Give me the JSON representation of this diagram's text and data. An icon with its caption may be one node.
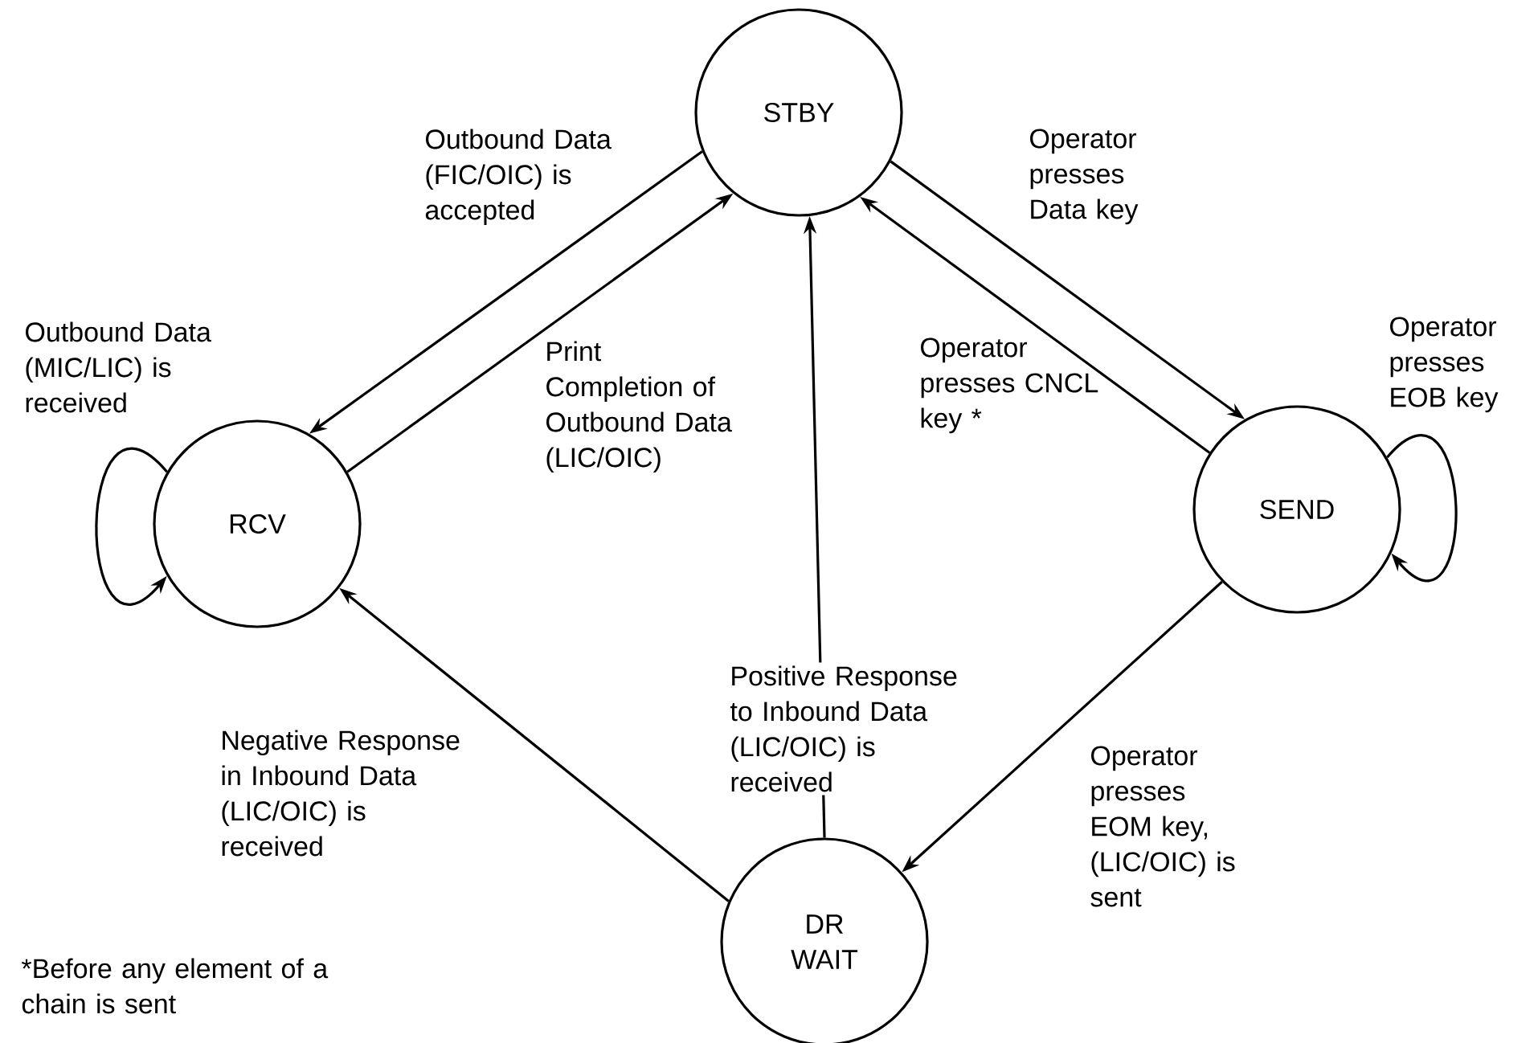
{
  "diagram": {
    "nodes": [
      {
        "text": [
          "STBY"
        ]
      },
      {
        "text": [
          "RCV"
        ]
      },
      {
        "text": [
          "SEND"
        ]
      },
      {
        "text": [
          "DR WAIT"
        ]
      }
    ],
    "edges": [
      {
        "from": 0,
        "to": 1,
        "arrow": "to",
        "label": "Outbound Data (FIC/OIC) is accepted"
      },
      {
        "from": 1,
        "to": 0,
        "arrow": "to",
        "label": "Print Completion of Outbound Data (LIC/OIC)"
      },
      {
        "from": 1,
        "to": 1,
        "arrow": "to",
        "label": "Outbound Data (MIC/LIC) is received"
      },
      {
        "from": 0,
        "to": 2,
        "arrow": "to",
        "label": "Operator presses Data key"
      },
      {
        "from": 2,
        "to": 0,
        "arrow": "to",
        "label": "Operator presses CNCL key *"
      },
      {
        "from": 2,
        "to": 2,
        "arrow": "to",
        "label": "Operator presses EOB key"
      },
      {
        "from": 2,
        "to": 3,
        "arrow": "to",
        "label": "Operator presses EOM key, (LIC/OIC) is sent"
      },
      {
        "from": 3,
        "to": 0,
        "arrow": "to",
        "label": "Positive Response to Inbound Data (LIC/OIC) is received"
      },
      {
        "from": 3,
        "to": 1,
        "arrow": "to",
        "label": "Negative Response in Inbound Data (LIC/OIC) is received"
      }
    ],
    "labels": [
      "*Before any element of a chain is sent"
    ]
  }
}
